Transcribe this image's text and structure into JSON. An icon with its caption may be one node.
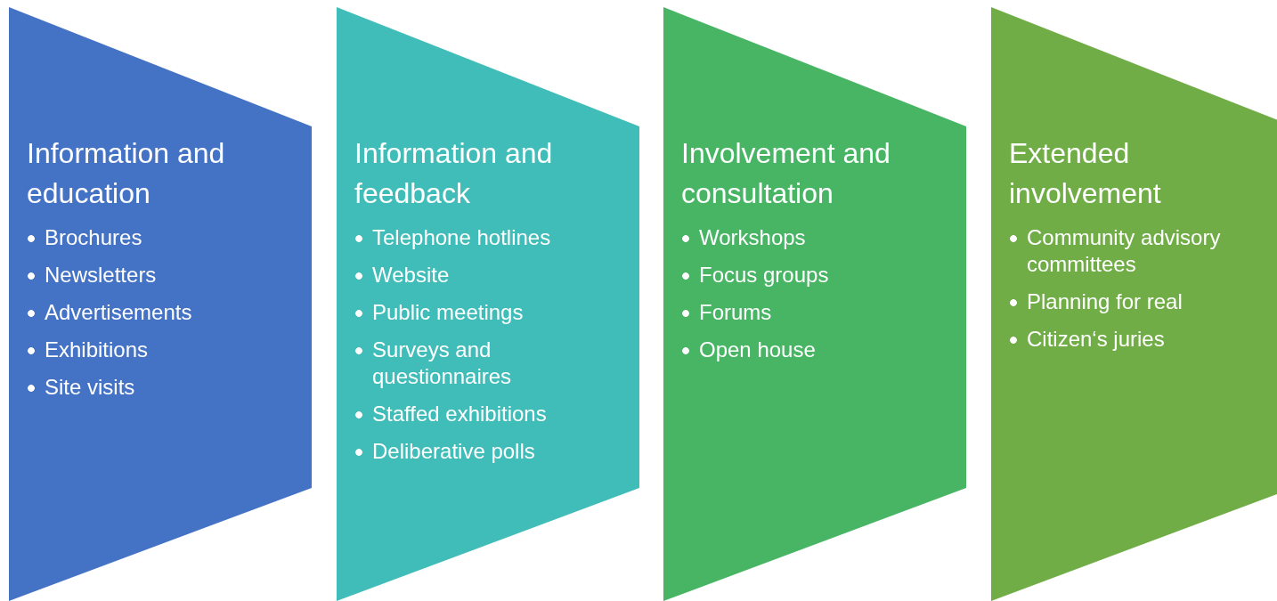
{
  "diagram": {
    "nodes": [
      {
        "text": [
          "Information and education",
          "Brochures",
          "Newsletters",
          "Advertisements",
          "Exhibitions",
          "Site visits"
        ]
      },
      {
        "text": [
          "Information and feedback",
          "Telephone hotlines",
          "Website",
          "Public meetings",
          "Surveys and questionnaires",
          "Staffed exhibitions",
          "Deliberative polls"
        ]
      },
      {
        "text": [
          "Involvement and consultation",
          "Workshops",
          "Focus groups",
          "Forums",
          "Open house"
        ]
      },
      {
        "text": [
          "Extended involvement",
          "Community advisory committees",
          "Planning for real",
          "Citizen‘s juries"
        ]
      }
    ]
  }
}
